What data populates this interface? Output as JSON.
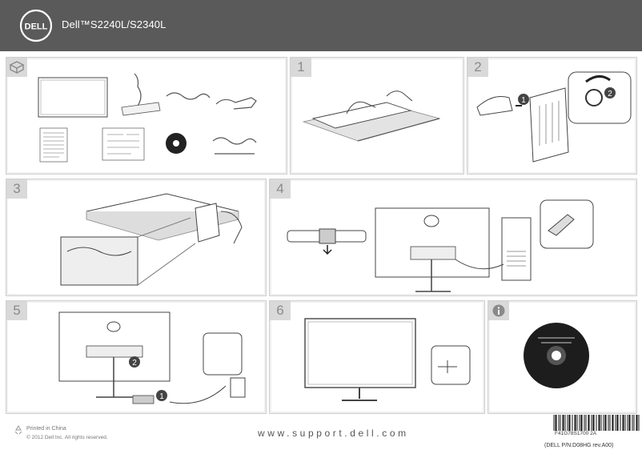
{
  "header": {
    "brand": "DELL",
    "title": "Dell™S2240L/S2340L"
  },
  "panels": {
    "box": {
      "icon": "box-icon"
    },
    "step1": {
      "number": "1"
    },
    "step2": {
      "number": "2"
    },
    "step3": {
      "number": "3"
    },
    "step4": {
      "number": "4"
    },
    "step5": {
      "number": "5"
    },
    "step6": {
      "number": "6"
    },
    "info": {
      "icon": "info-icon"
    }
  },
  "callouts": {
    "one": "1",
    "two": "2"
  },
  "footer": {
    "printed": "Printed in China",
    "copyright": "© 2012 Dell Inc. All rights reserved.",
    "website": "www.support.dell.com",
    "part_code": "F41G78S1700 2A",
    "part_number": "(DELL P/N:D08HG rev.A00)"
  }
}
